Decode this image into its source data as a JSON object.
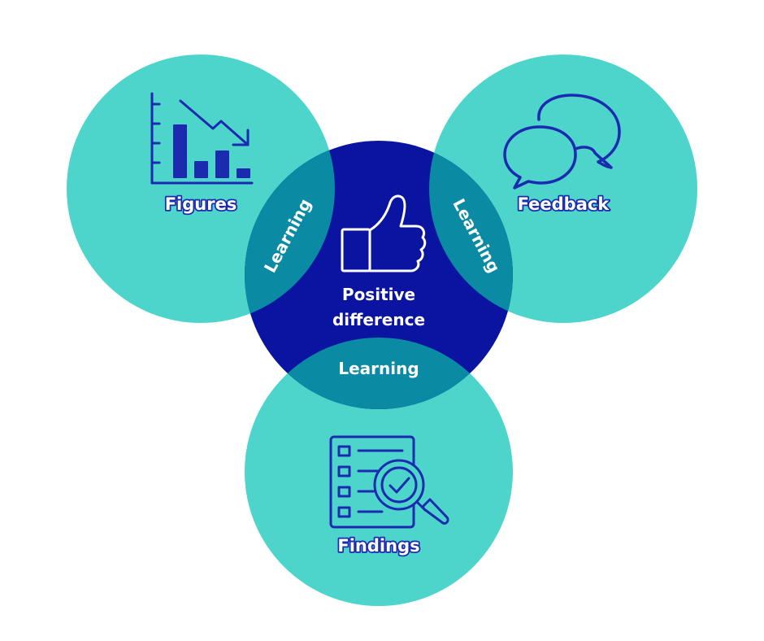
{
  "colors": {
    "outer_circle": "#4ed5cb",
    "center_circle": "#0a14a0",
    "overlap": "#0b8aa3",
    "icon_stroke": "#1a2bb0",
    "text": "#ffffff"
  },
  "circles": {
    "figures": {
      "label": "Figures",
      "icon": "bar-chart-down-icon"
    },
    "feedback": {
      "label": "Feedback",
      "icon": "speech-bubbles-icon"
    },
    "findings": {
      "label": "Findings",
      "icon": "checklist-magnifier-icon"
    },
    "center": {
      "line1": "Positive",
      "line2": "difference",
      "icon": "thumbs-up-icon"
    }
  },
  "overlaps": {
    "left": "Learning",
    "right": "Learning",
    "bottom": "Learning"
  }
}
